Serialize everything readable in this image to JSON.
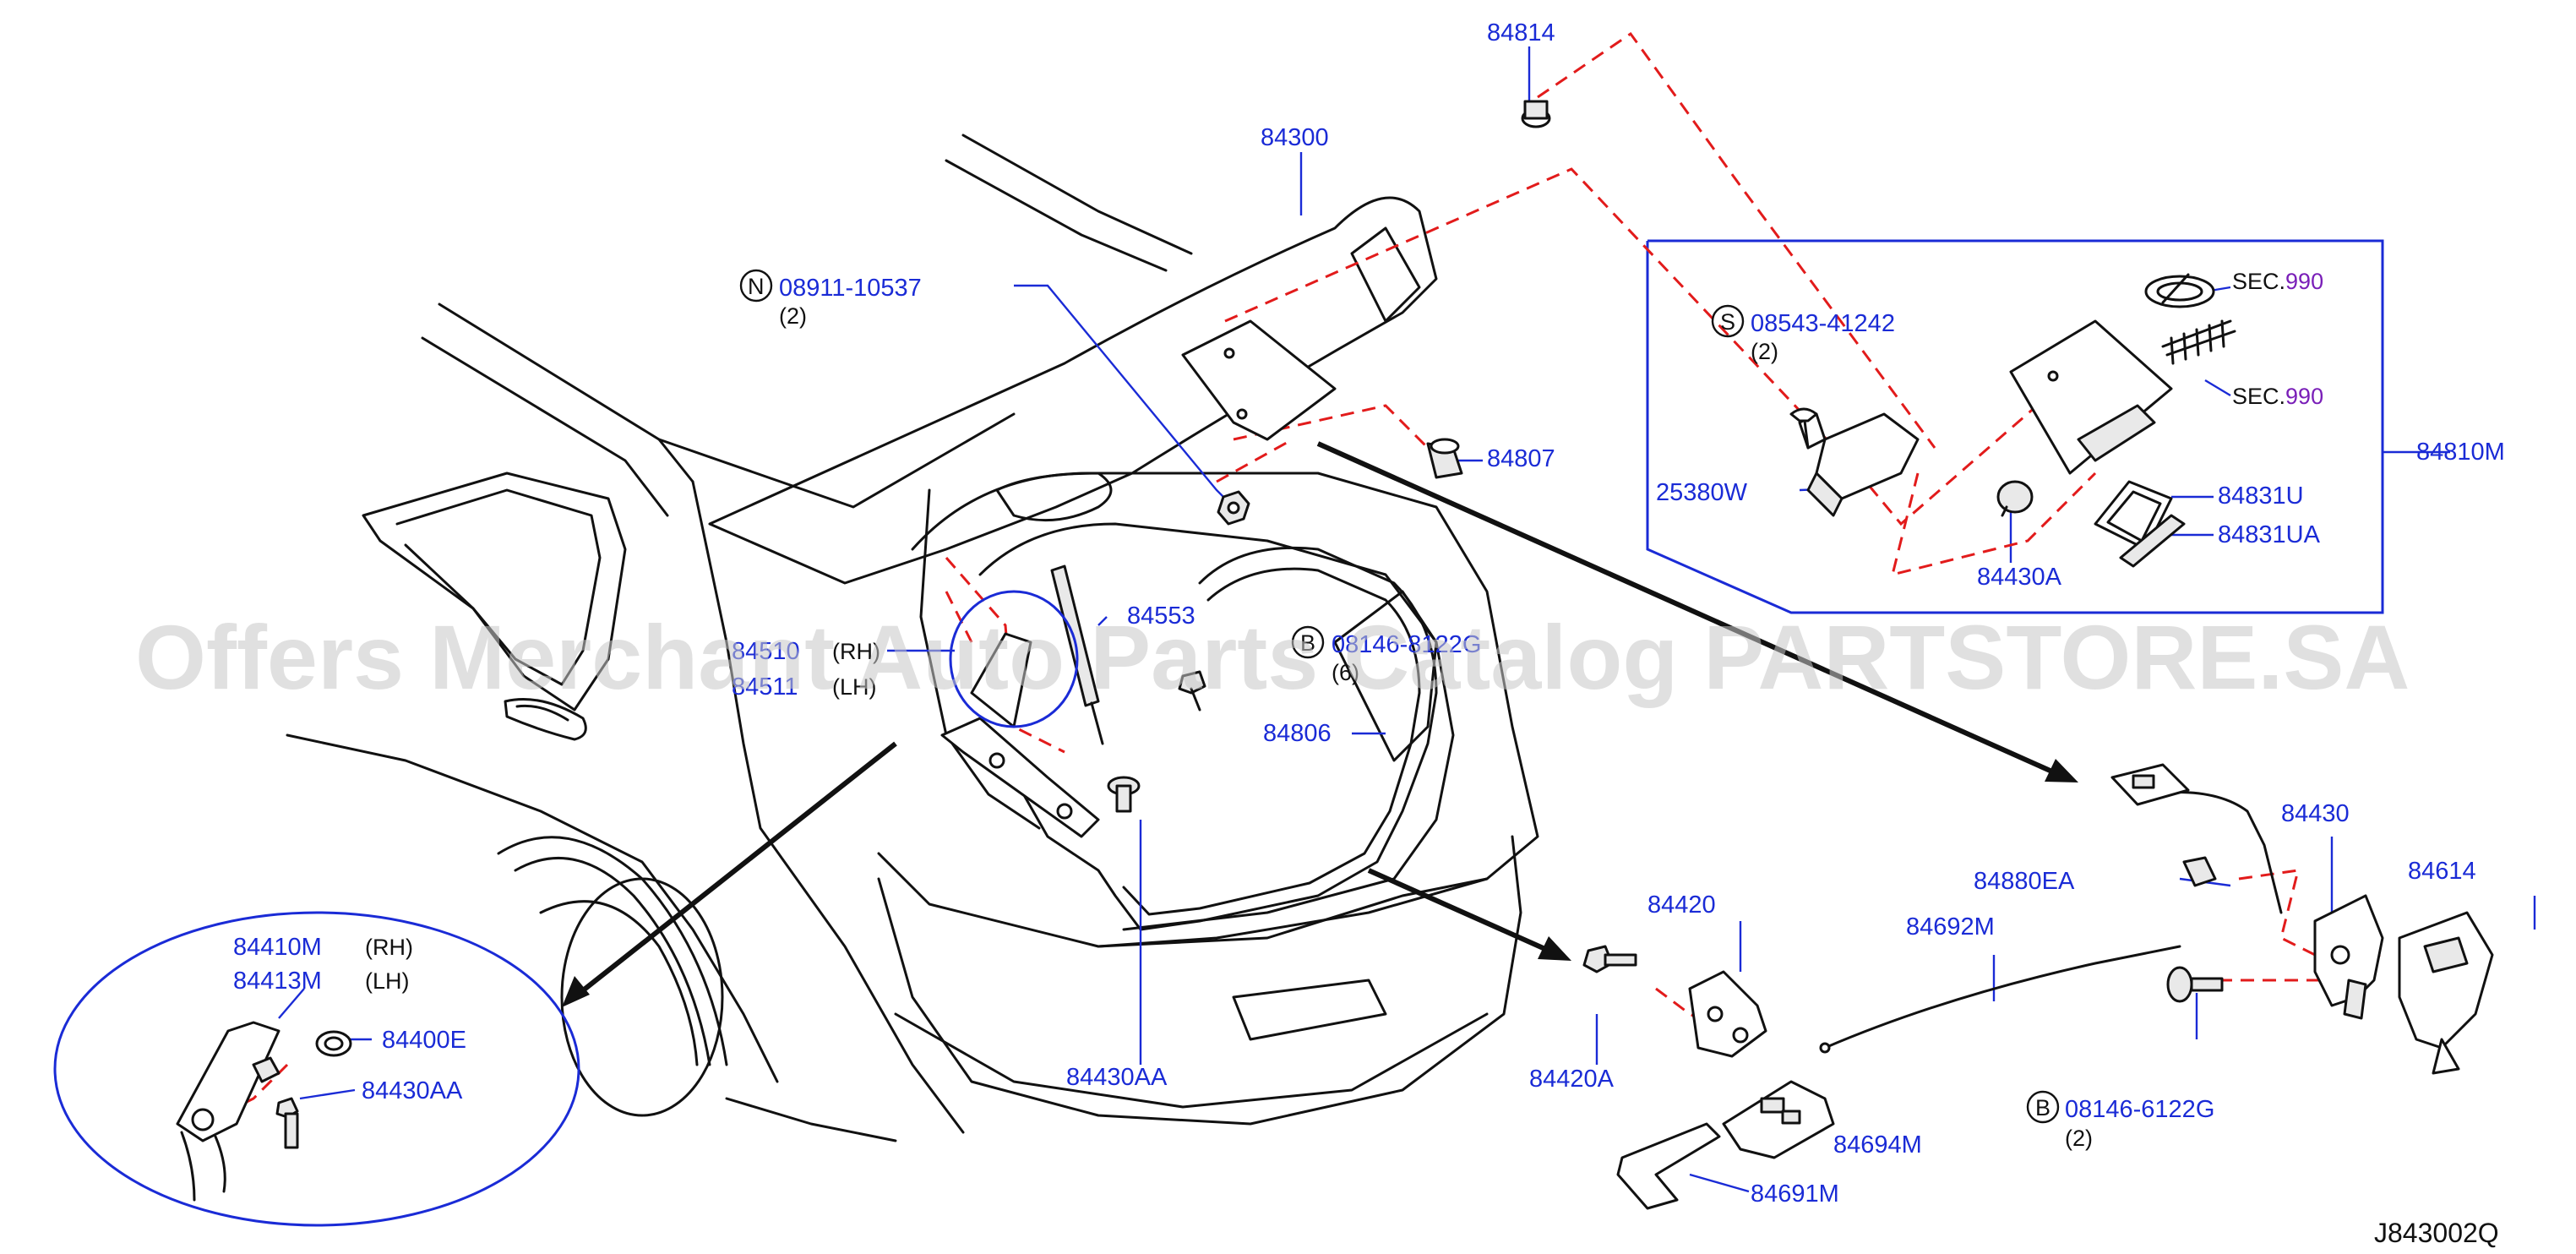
{
  "diagram": {
    "watermark": "Offers Merchant Auto Parts Catalog PARTSTORE.SA",
    "drawing_code": "J843002Q",
    "labels": {
      "p84814": "84814",
      "p84300": "84300",
      "p08911_code": "08911-10537",
      "p08911_qty": "(2)",
      "p08911_prefix": "N",
      "p84807": "84807",
      "p08543_prefix": "S",
      "p08543_code": "08543-41242",
      "p08543_qty": "(2)",
      "sec_prefix": "SEC.",
      "sec_num": "990",
      "p25380W": "25380W",
      "p84810M": "84810M",
      "p84831U": "84831U",
      "p84831UA": "84831UA",
      "p84430A": "84430A",
      "p84553": "84553",
      "p84510": "84510",
      "p84510_side": "(RH)",
      "p84511": "84511",
      "p84511_side": "(LH)",
      "p08146_mid_prefix": "B",
      "p08146_mid_code": "08146-8122G",
      "p08146_mid_qty": "(6)",
      "p84806": "84806",
      "p84430": "84430",
      "p84614": "84614",
      "p84880EA": "84880EA",
      "p84420": "84420",
      "p84692M": "84692M",
      "p84420A": "84420A",
      "p84430AA_main": "84430AA",
      "p08146_prefix": "B",
      "p08146_code": "08146-6122G",
      "p08146_qty": "(2)",
      "p84694M": "84694M",
      "p84691M": "84691M",
      "p84410M": "84410M",
      "p84410M_side": "(RH)",
      "p84413M": "84413M",
      "p84413M_side": "(LH)",
      "p84400E": "84400E",
      "p84430AA_detail": "84430AA"
    }
  }
}
